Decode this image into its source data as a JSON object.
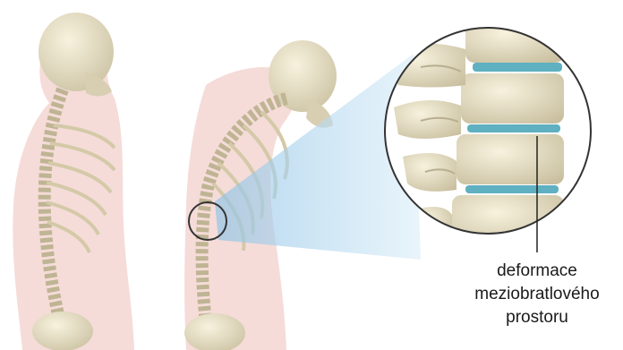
{
  "illustration": {
    "colors": {
      "skin": "#f5dcd8",
      "bone": "#e9e2c8",
      "bone_shadow": "#b8ae90",
      "disc": "#5fb0c0",
      "zoom_beam": "#bfe0f2",
      "zoom_ring": "#333333"
    }
  },
  "annotation": {
    "label_lines": [
      "deformace",
      "meziobratlového",
      "prostoru"
    ]
  }
}
